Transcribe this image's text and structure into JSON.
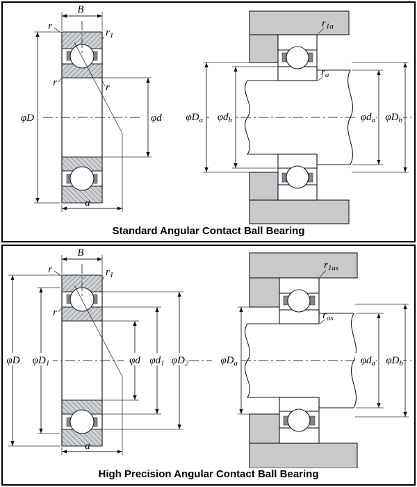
{
  "colors": {
    "housing_gray": "#c7c9ca",
    "ring_hatch_gray": "#cdd2d5",
    "line_black": "#1a1a1a"
  },
  "panels": [
    {
      "title": "Standard Angular Contact Ball Bearing",
      "labels": {
        "B": {
          "main": "B"
        },
        "r_top": {
          "main": "r"
        },
        "r1": {
          "main": "r",
          "sub": "1"
        },
        "r_mid_left": {
          "main": "r"
        },
        "r_mid_right": {
          "main": "r"
        },
        "phiD": {
          "main": "φD"
        },
        "phid": {
          "main": "φd"
        },
        "a": {
          "main": "a"
        },
        "r1a": {
          "main": "r",
          "sub": "1a"
        },
        "ra": {
          "main": "r",
          "sub": "a"
        },
        "phiDa": {
          "main": "φD",
          "sub": "a"
        },
        "phidb": {
          "main": "φd",
          "sub": "b"
        },
        "phida": {
          "main": "φd",
          "sub": "a"
        },
        "phiDb": {
          "main": "φD",
          "sub": "b"
        }
      }
    },
    {
      "title": "High Precision Angular Contact Ball Bearing",
      "labels": {
        "B": {
          "main": "B"
        },
        "r_top": {
          "main": "r"
        },
        "r1": {
          "main": "r",
          "sub": "1"
        },
        "r_mid": {
          "main": "r"
        },
        "phiD": {
          "main": "φD"
        },
        "phiD1": {
          "main": "φD",
          "sub": "1"
        },
        "phid": {
          "main": "φd"
        },
        "phid1": {
          "main": "φd",
          "sub": "1"
        },
        "phiD2": {
          "main": "φD",
          "sub": "2"
        },
        "a": {
          "main": "a"
        },
        "r1as": {
          "main": "r",
          "sub": "1as"
        },
        "ras": {
          "main": "r",
          "sub": "as"
        },
        "phiDa": {
          "main": "φD",
          "sub": "a"
        },
        "phida": {
          "main": "φd",
          "sub": "a"
        },
        "phiDb": {
          "main": "φD",
          "sub": "b"
        }
      }
    }
  ]
}
